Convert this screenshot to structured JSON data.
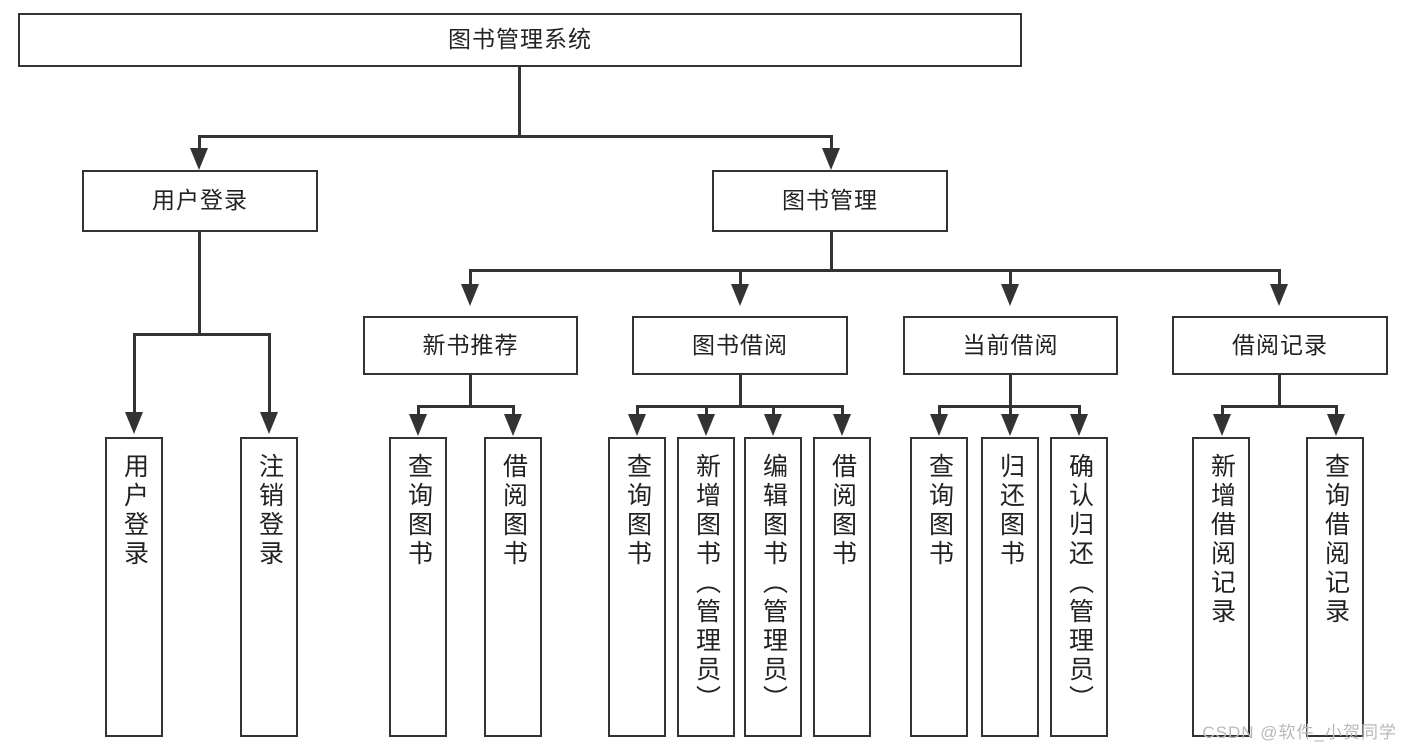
{
  "diagram": {
    "title": "图书管理系统",
    "type": "tree-hierarchy",
    "root": {
      "label": "图书管理系统"
    },
    "level1": [
      {
        "label": "用户登录"
      },
      {
        "label": "图书管理"
      }
    ],
    "level2": [
      {
        "label": "新书推荐"
      },
      {
        "label": "图书借阅"
      },
      {
        "label": "当前借阅"
      },
      {
        "label": "借阅记录"
      }
    ],
    "leaves": {
      "user_login": [
        {
          "label": "用户登录"
        },
        {
          "label": "注销登录"
        }
      ],
      "new_book_recommend": [
        {
          "label": "查询图书"
        },
        {
          "label": "借阅图书"
        }
      ],
      "book_borrow": [
        {
          "label": "查询图书"
        },
        {
          "label": "新增图书（管理员）"
        },
        {
          "label": "编辑图书（管理员）"
        },
        {
          "label": "借阅图书"
        }
      ],
      "current_borrow": [
        {
          "label": "查询图书"
        },
        {
          "label": "归还图书"
        },
        {
          "label": "确认归还（管理员）"
        }
      ],
      "borrow_record": [
        {
          "label": "新增借阅记录"
        },
        {
          "label": "查询借阅记录"
        }
      ]
    }
  },
  "watermark": {
    "text": "CSDN @软件_小贺同学"
  },
  "colors": {
    "stroke": "#333333",
    "fill": "#ffffff",
    "text": "#222222",
    "watermark": "#b9b9b9"
  }
}
